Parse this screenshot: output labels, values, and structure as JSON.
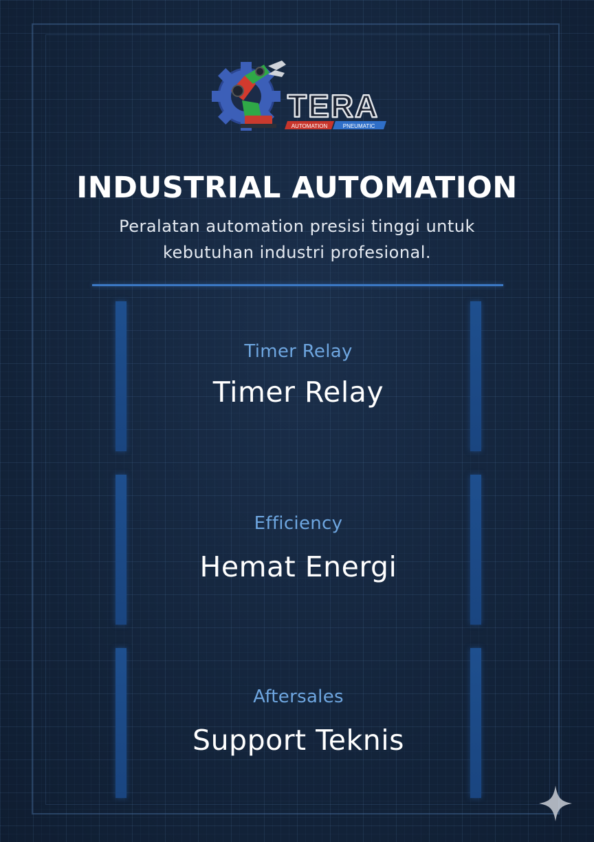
{
  "logo": {
    "brand": "TERA",
    "tag_left": "AUTOMATION",
    "tag_right": "PNEUMATIC"
  },
  "header": {
    "title": "INDUSTRIAL AUTOMATION",
    "subtitle_line1": "Peralatan automation presisi tinggi untuk",
    "subtitle_line2": "kebutuhan industri profesional."
  },
  "cards": [
    {
      "label": "Timer Relay",
      "value": "Timer Relay"
    },
    {
      "label": "Efficiency",
      "value": "Hemat Energi"
    },
    {
      "label": "Aftersales",
      "value": "Support Teknis"
    }
  ],
  "colors": {
    "background": "#13233a",
    "accent": "#3b78c4",
    "label": "#6ea6e0",
    "text": "#ffffff"
  },
  "icons": [
    "robot-arm-gear-logo",
    "sparkle-icon"
  ]
}
